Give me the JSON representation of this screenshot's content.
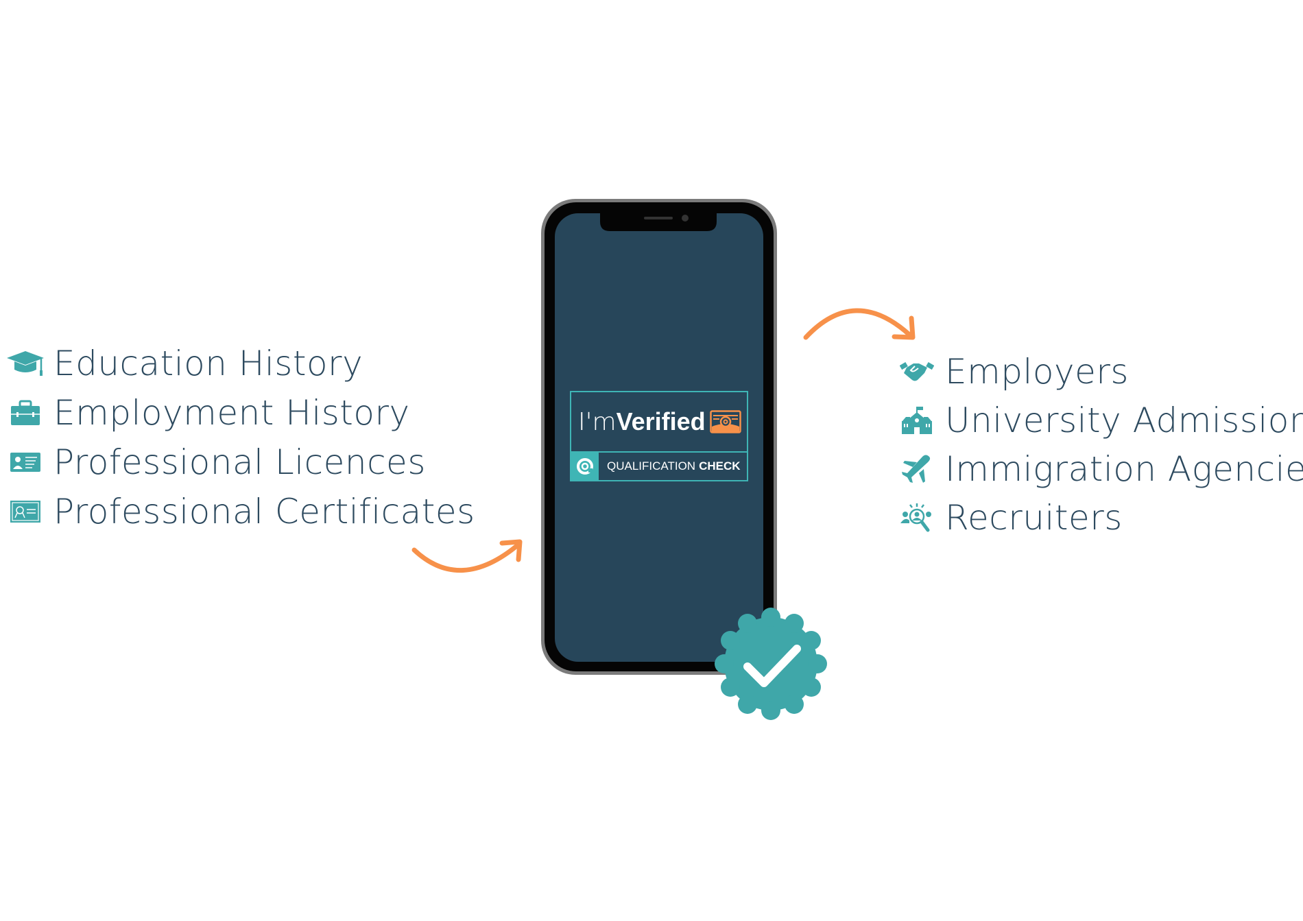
{
  "left_list": {
    "items": [
      {
        "label": "Education History",
        "icon": "graduation-cap-icon"
      },
      {
        "label": "Employment History",
        "icon": "briefcase-icon"
      },
      {
        "label": "Professional Licences",
        "icon": "id-card-icon"
      },
      {
        "label": "Professional Certificates",
        "icon": "certificate-icon"
      }
    ]
  },
  "right_list": {
    "items": [
      {
        "label": "Employers",
        "icon": "handshake-icon"
      },
      {
        "label": "University Admissions",
        "icon": "school-building-icon"
      },
      {
        "label": "Immigration Agencies",
        "icon": "airplane-icon"
      },
      {
        "label": "Recruiters",
        "icon": "people-search-icon"
      }
    ]
  },
  "logo": {
    "im": "I'm",
    "verified": "Verified",
    "qualification": "QUALIFICATION",
    "check": "CHECK"
  },
  "colors": {
    "teal": "#3fa7a9",
    "text": "#2d4a5f",
    "orange": "#f7914a",
    "screen": "#27465a"
  }
}
